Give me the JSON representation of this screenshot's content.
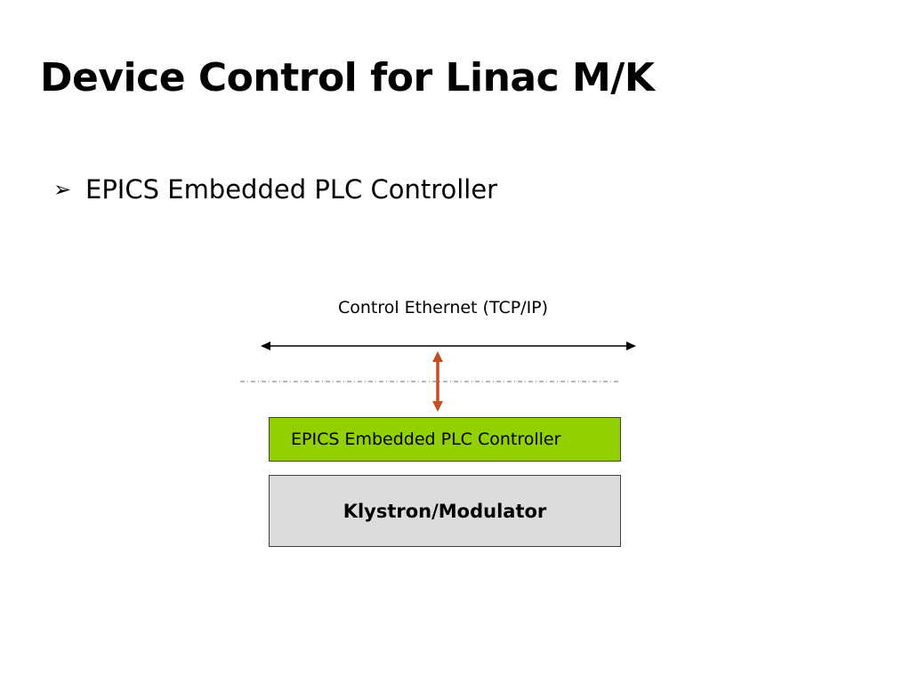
{
  "slide": {
    "title": "Device Control for Linac M/K",
    "bullet": {
      "marker": "➢",
      "text": "EPICS Embedded PLC Controller"
    }
  },
  "diagram": {
    "network_label": "Control Ethernet (TCP/IP)",
    "plc_box": {
      "label": "EPICS Embedded PLC Controller",
      "fill": "#92d000"
    },
    "klystron_box": {
      "label": "Klystron/Modulator",
      "fill": "#dcdcdc"
    },
    "colors": {
      "network_line": "#000000",
      "link_arrow": "#c0501f",
      "boundary_line": "#8c8c8c"
    },
    "icons": {
      "network": "double-headed-arrow-icon",
      "link": "vertical-double-arrow-icon"
    }
  }
}
